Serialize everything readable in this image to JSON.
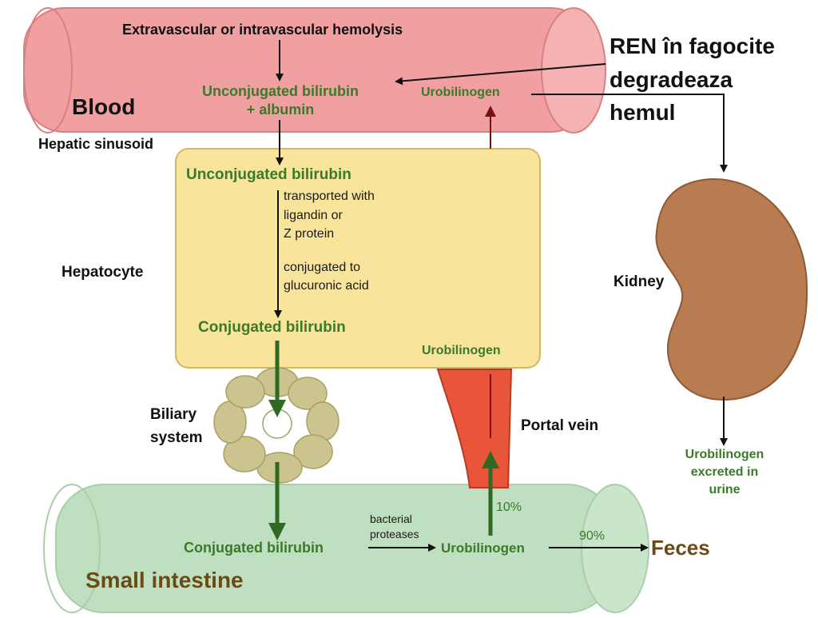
{
  "labels": {
    "hemolysis": "Extravascular or intravascular hemolysis",
    "unconj_albumin_1": "Unconjugated bilirubin",
    "unconj_albumin_2": "+ albumin",
    "blood": "Blood",
    "urobilinogen_blood": "Urobilinogen",
    "hepatic_sinusoid": "Hepatic sinusoid",
    "ren_note_1": "REN în fagocite",
    "ren_note_2": "degradeaza",
    "ren_note_3": "hemul",
    "unconj_hepatocyte": "Unconjugated bilirubin",
    "transport_1": "transported with",
    "transport_2": "ligandin or",
    "transport_3": "Z protein",
    "conjugation_1": "conjugated to",
    "conjugation_2": "glucuronic acid",
    "hepatocyte": "Hepatocyte",
    "conj_hepatocyte": "Conjugated bilirubin",
    "urobilinogen_hepatocyte": "Urobilinogen",
    "kidney": "Kidney",
    "biliary_1": "Biliary",
    "biliary_2": "system",
    "portal_vein": "Portal vein",
    "urine_1": "Urobilinogen",
    "urine_2": "excreted in",
    "urine_3": "urine",
    "ten_percent": "10%",
    "ninety_percent": "90%",
    "bacterial_1": "bacterial",
    "bacterial_2": "proteases",
    "conj_intestine": "Conjugated bilirubin",
    "urobilinogen_intestine": "Urobilinogen",
    "feces": "Feces",
    "small_intestine": "Small intestine"
  },
  "colors": {
    "blood_vessel": "#f0a0a0",
    "hepatocyte": "#f8e49a",
    "intestine": "#bfe0c0",
    "kidney": "#b97b50",
    "portal_vein": "#e8553a",
    "biliary": "#ccc48e",
    "green_text": "#3b7a2a",
    "green_arrow": "#2e6a22"
  }
}
